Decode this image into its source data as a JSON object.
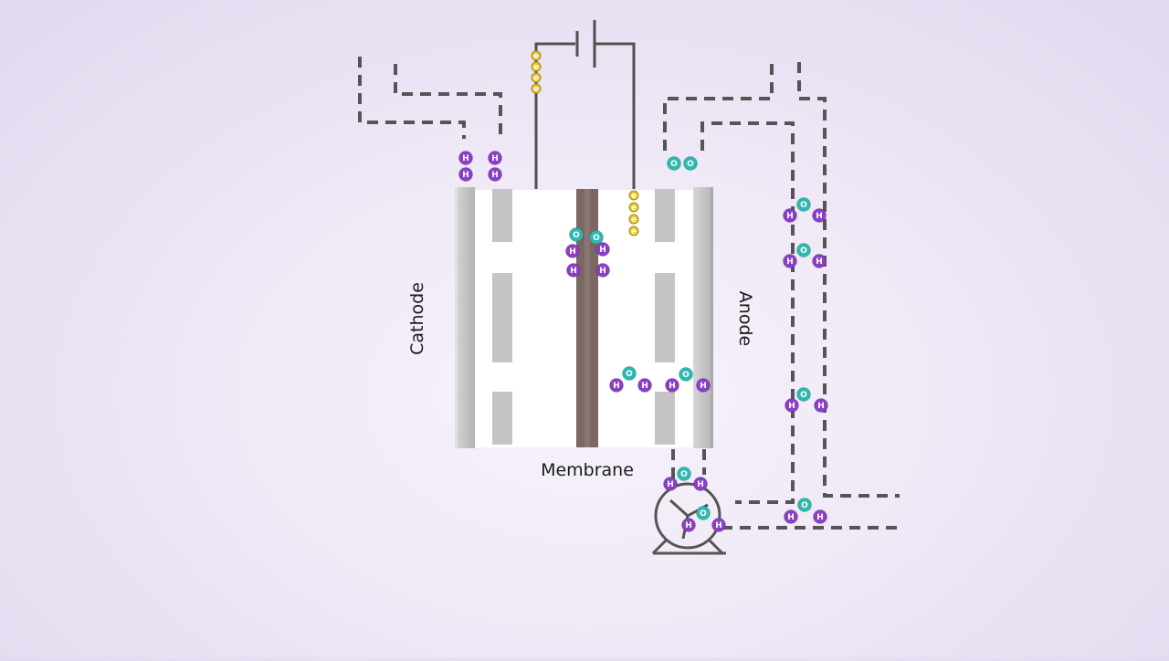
{
  "labels": {
    "cathode": "Cathode",
    "anode": "Anode",
    "membrane": "Membrane"
  },
  "atoms": {
    "hydrogen": "H",
    "oxygen": "O",
    "electron": "e"
  },
  "colors": {
    "hydrogen": "#8a3fc4",
    "oxygen": "#2fb8b0",
    "electron": "#e8c42a",
    "plate": "#c2c2c2",
    "membrane": "#7b6862",
    "pipe": "#555555",
    "wire": "#505050"
  },
  "icons": [
    "battery-icon",
    "pump-icon"
  ]
}
